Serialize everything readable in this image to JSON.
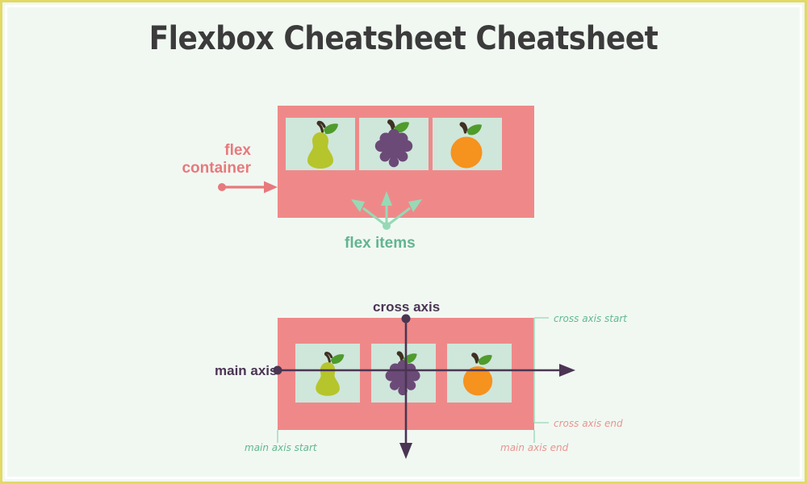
{
  "page": {
    "title": "Flexbox Cheatsheet Cheatsheet",
    "background_color": "#f1f8f2",
    "border_color": "#e3d964",
    "title_color": "#3b3b3b"
  },
  "colors": {
    "flex_container": "#ef8989",
    "flex_item": "#cfe6db",
    "flex_container_label": "#e8797c",
    "flex_items_label": "#63b490",
    "axis": "#4a3553",
    "annotation_green": "#63b88f",
    "annotation_salmon": "#e8948f",
    "pear": "#b6c52b",
    "grapes": "#6b4a77",
    "orange": "#f6921e",
    "leaf": "#4f9c2d",
    "stem": "#3f3022"
  },
  "diagram1": {
    "name": "flex container and flex items",
    "container_label": {
      "line1": "flex",
      "line2": "container"
    },
    "items_label": "flex items",
    "items": [
      {
        "fruit": "pear"
      },
      {
        "fruit": "grapes"
      },
      {
        "fruit": "orange"
      }
    ],
    "arrow_count": 3
  },
  "diagram2": {
    "name": "main axis and cross axis",
    "main_axis_label": "main axis",
    "cross_axis_label": "cross axis",
    "annotations": {
      "main_axis_start": "main axis start",
      "main_axis_end": "main axis end",
      "cross_axis_start": "cross axis start",
      "cross_axis_end": "cross axis end"
    },
    "items": [
      {
        "fruit": "pear"
      },
      {
        "fruit": "grapes"
      },
      {
        "fruit": "orange"
      }
    ]
  }
}
